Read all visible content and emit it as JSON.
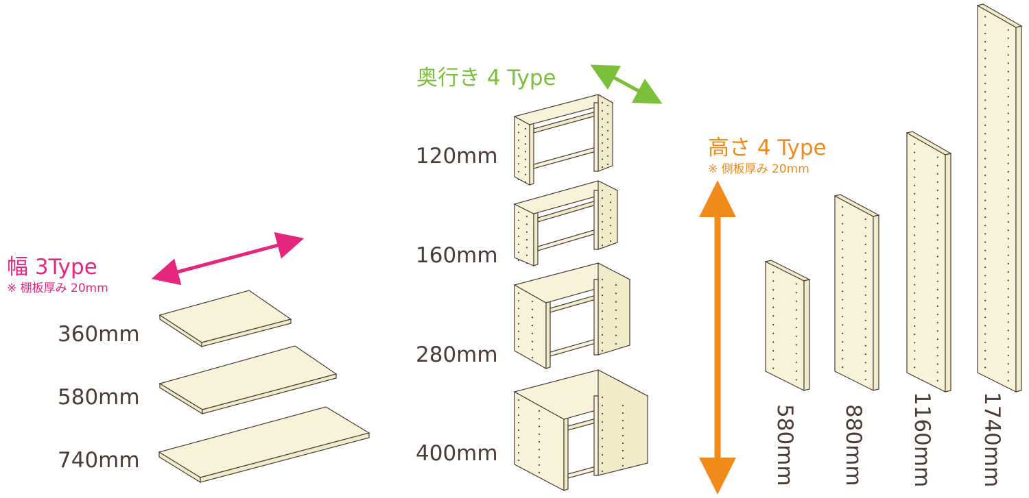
{
  "colors": {
    "width_accent": "#e5267e",
    "depth_accent": "#7bbf3a",
    "height_accent": "#f08a1a",
    "panel_fill": "#f7f3d9",
    "panel_edge": "#f0ebc8",
    "outline": "#4a3b36"
  },
  "width_section": {
    "title": "幅 3Type",
    "note": "※ 棚板厚み 20mm",
    "sizes": [
      "360mm",
      "580mm",
      "740mm"
    ]
  },
  "depth_section": {
    "title": "奥行き 4 Type",
    "sizes": [
      "120mm",
      "160mm",
      "280mm",
      "400mm"
    ]
  },
  "height_section": {
    "title": "高さ 4 Type",
    "note": "※ 側板厚み 20mm",
    "sizes": [
      "580mm",
      "880mm",
      "1160mm",
      "1740mm"
    ]
  },
  "icons": {
    "width_arrow": "double-arrow-icon",
    "depth_arrow": "double-arrow-icon",
    "height_arrow": "vertical-double-arrow-icon"
  }
}
